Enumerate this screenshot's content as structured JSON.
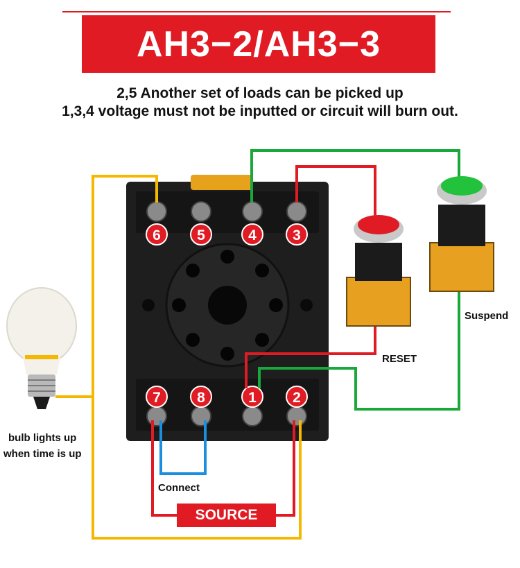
{
  "title": "AH3−2/AH3−3",
  "notes": [
    "2,5 Another set of loads can be picked up",
    "1,3,4 voltage must not be inputted or circuit will burn out."
  ],
  "terminals": {
    "top": [
      "6",
      "5",
      "4",
      "3"
    ],
    "bottom": [
      "7",
      "8",
      "1",
      "2"
    ]
  },
  "labels": {
    "bulb": [
      "bulb lights up",
      "when time is up"
    ],
    "reset": "RESET",
    "suspend": "Suspend",
    "connect": "Connect",
    "source": "SOURCE"
  },
  "colors": {
    "red": "#e01b24",
    "yellow": "#f5b800",
    "green": "#1aa83a",
    "blue": "#1a8fe0"
  }
}
